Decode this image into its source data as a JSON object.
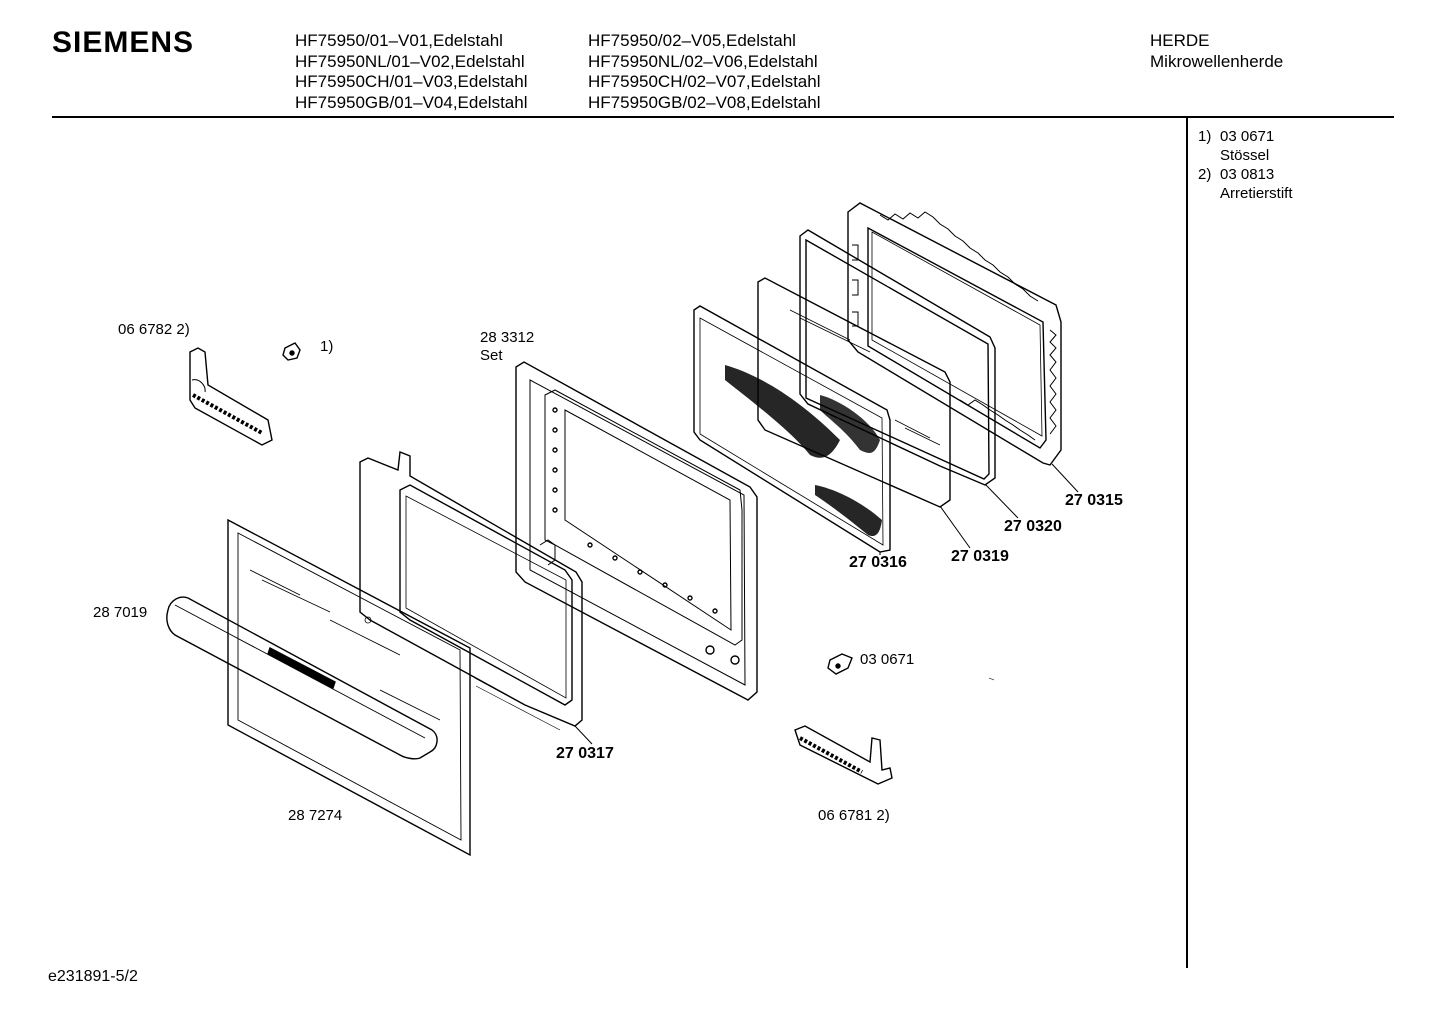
{
  "header": {
    "brand": "SIEMENS",
    "models_col1": [
      "HF75950/01–V01,Edelstahl",
      "HF75950NL/01–V02,Edelstahl",
      "HF75950CH/01–V03,Edelstahl",
      "HF75950GB/01–V04,Edelstahl"
    ],
    "models_col2": [
      "HF75950/02–V05,Edelstahl",
      "HF75950NL/02–V06,Edelstahl",
      "HF75950CH/02–V07,Edelstahl",
      "HF75950GB/02–V08,Edelstahl"
    ],
    "category": "HERDE",
    "subcategory": "Mikrowellenherde"
  },
  "notes": [
    {
      "num": "1)",
      "code": "03 0671",
      "name": "Stössel"
    },
    {
      "num": "2)",
      "code": "03 0813",
      "name": "Arretierstift"
    }
  ],
  "parts": {
    "hinge_left": "06 6782 2)",
    "pin_top": "1)",
    "set_code": "28 3312",
    "set_label": "Set",
    "handle": "28 7019",
    "outer_glass": "28 7274",
    "inner_frame": "27 0317",
    "pin_bottom": "03 0671",
    "hinge_right": "06 6781 2)",
    "panel_mesh": "27 0316",
    "glass_pane": "27 0319",
    "seal": "27 0320",
    "choke_frame": "27 0315"
  },
  "footer": {
    "drawing_id": "e231891-5/2"
  }
}
